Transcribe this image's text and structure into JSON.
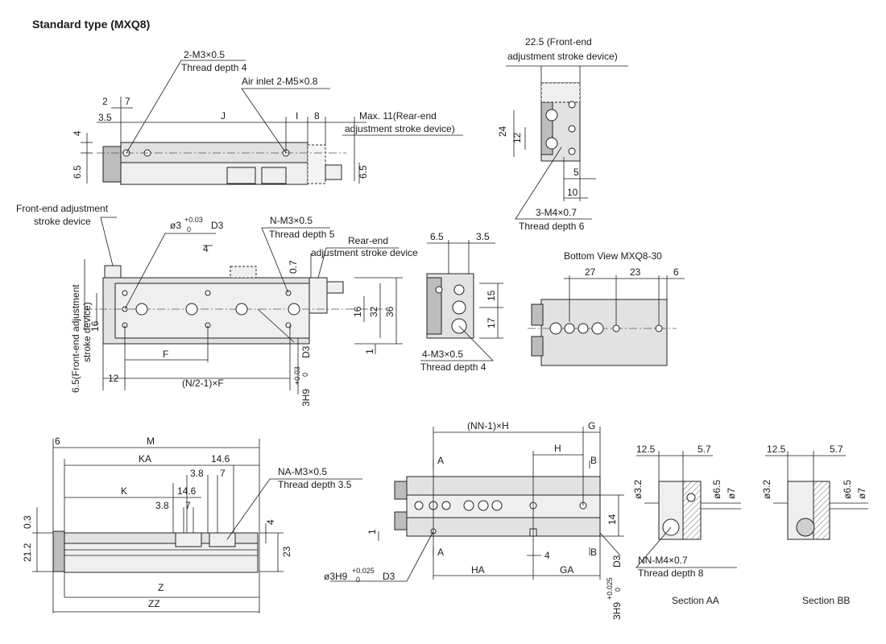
{
  "title": "Standard type (MXQ8)",
  "labels": {
    "m3_thread": "2-M3×0.5",
    "m3_thread_depth": "Thread depth 4",
    "air_inlet": "Air inlet 2-M5×0.8",
    "max11_a": "Max. 11(Rear-end",
    "max11_b": "adjustment stroke device)",
    "dim_2": "2",
    "dim_7a": "7",
    "dim_3_5": "3.5",
    "dim_J": "J",
    "dim_I": "I",
    "dim_8": "8",
    "dim_4a": "4",
    "dim_6_5a": "6.5",
    "dim_6_5b": "6.5",
    "front_22_5_a": "22.5 (Front-end",
    "front_22_5_b": "adjustment stroke device)",
    "dim_24": "24",
    "dim_12a": "12",
    "dim_5": "5",
    "dim_10": "10",
    "m4_thread": "3-M4×0.7",
    "m4_thread_depth": "Thread depth 6",
    "front_adj_a": "Front-end adjustment",
    "front_adj_b": "stroke device",
    "phi3": "ø3",
    "tol_003": "+0.03",
    "tol_0": "0",
    "d3a": "D3",
    "n_m3": "N-M3×0.5",
    "n_m3_depth": "Thread depth 5",
    "rear_end_a": "Rear-end",
    "rear_end_b": "adjustment stroke device",
    "dim_4b": "4",
    "dim_0_7": "0.7",
    "dim_16a": "16",
    "dim_32": "32",
    "dim_36": "36",
    "dim_1a": "1",
    "dim_F": "F",
    "dim_12b": "12",
    "dim_N2F": "(N/2-1)×F",
    "d3b": "D3",
    "h9_a": "3H9",
    "vert_a": "6.5(Front-end adjustment",
    "vert_b": "stroke device)",
    "dim_16b": "16",
    "dim_6_5c": "6.5",
    "dim_3_5b": "3.5",
    "dim_15": "15",
    "dim_17": "17",
    "m3_4": "4-M3×0.5",
    "m3_4_depth": "Thread depth 4",
    "bottom_view": "Bottom View MXQ8-30",
    "dim_27": "27",
    "dim_23a": "23",
    "dim_6a": "6",
    "dim_6b": "6",
    "dim_M": "M",
    "dim_KA": "KA",
    "dim_3_8a": "3.8",
    "dim_14_6a": "14.6",
    "dim_7b": "7",
    "dim_K": "K",
    "dim_14_6b": "14.6",
    "dim_3_8b": "3.8",
    "dim_7c": "7",
    "na_m3": "NA-M3×0.5",
    "na_m3_depth": "Thread depth 3.5",
    "dim_0_3": "0.3",
    "dim_21_2": "21.2",
    "dim_4c": "4",
    "dim_23b": "23",
    "dim_Z": "Z",
    "dim_ZZ": "ZZ",
    "dim_NNH": "(NN-1)×H",
    "dim_G": "G",
    "dim_H": "H",
    "sec_A1": "A",
    "sec_B1": "B",
    "sec_A2": "A",
    "sec_B2": "B",
    "dim_1b": "1",
    "dim_14": "14",
    "phi3h9": "ø3H9",
    "tol_0025a": "+0.025",
    "tol_0b": "0",
    "d3c": "D3",
    "dim_4d": "4",
    "dim_HA": "HA",
    "dim_GA": "GA",
    "d3d": "D3",
    "h9_b": "3H9",
    "tol_0025b": "+0.025",
    "tol_0c": "0",
    "dim_12_5a": "12.5",
    "dim_5_7a": "5.7",
    "dim_phi3_2a": "ø3.2",
    "dim_phi6_5a": "ø6.5",
    "dim_phi7a": "ø7",
    "nn_m4": "NN-M4×0.7",
    "nn_m4_depth": "Thread depth 8",
    "section_aa": "Section AA",
    "dim_12_5b": "12.5",
    "dim_5_7b": "5.7",
    "dim_phi3_2b": "ø3.2",
    "dim_phi6_5b": "ø6.5",
    "dim_phi7b": "ø7",
    "section_bb": "Section BB"
  }
}
